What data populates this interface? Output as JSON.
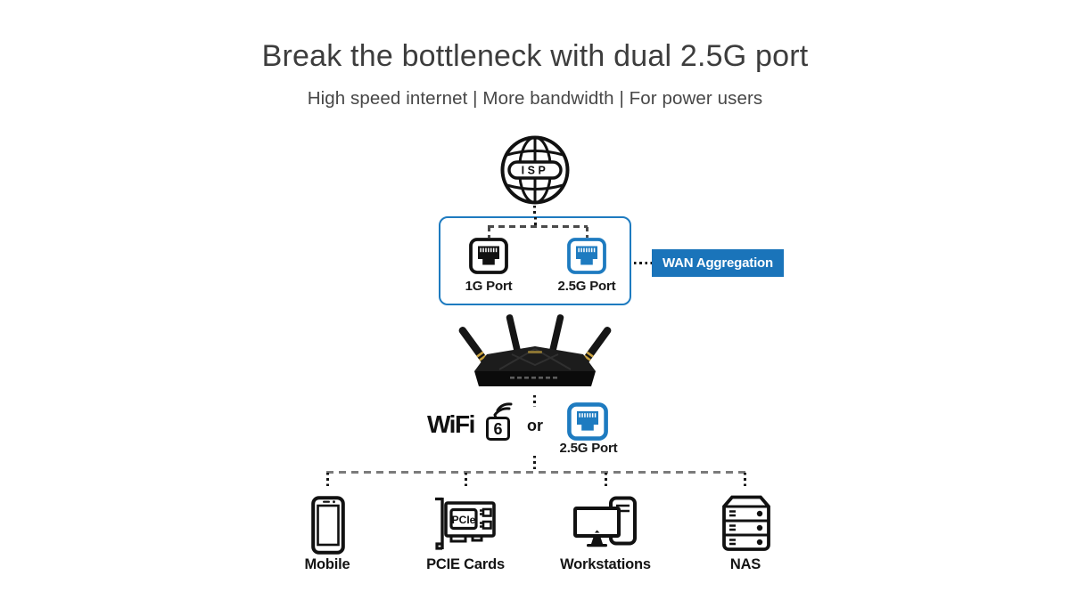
{
  "title": "Break the bottleneck with dual 2.5G port",
  "subtitle": "High speed internet | More bandwidth | For power users",
  "isp_label": "ISP",
  "wan_box": {
    "port_1g_label": "1G Port",
    "port_25g_label": "2.5G Port"
  },
  "wan_aggregation_label": "WAN Aggregation",
  "lan_options": {
    "wifi_text": "WiFi",
    "wifi_generation": "6",
    "or_text": "or",
    "port_label": "2.5G Port"
  },
  "devices": [
    {
      "label": "Mobile"
    },
    {
      "label": "PCIE Cards",
      "chip_text": "PCIe"
    },
    {
      "label": "Workstations"
    },
    {
      "label": "NAS"
    }
  ],
  "colors": {
    "accent_blue": "#1e7bc0",
    "tag_blue": "#1a74ba",
    "icon_black": "#111111"
  }
}
